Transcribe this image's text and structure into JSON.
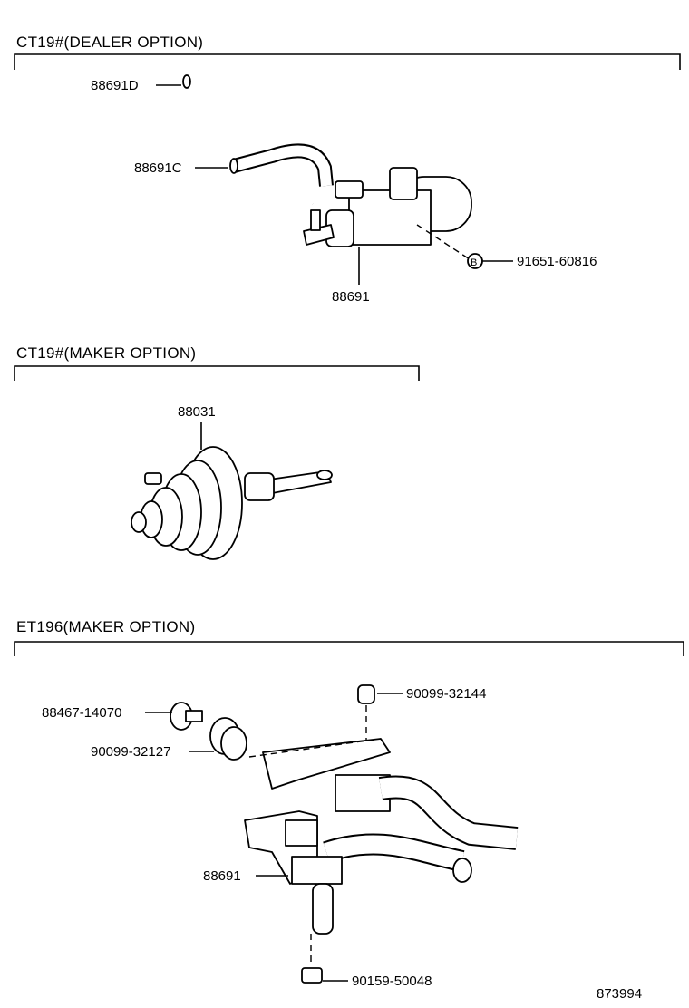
{
  "sections": [
    {
      "title": "CT19#(DEALER OPTION)"
    },
    {
      "title": "CT19#(MAKER OPTION)"
    },
    {
      "title": "ET196(MAKER OPTION)"
    }
  ],
  "labels": {
    "s1_hose_d": "88691D",
    "s1_hose_c": "88691C",
    "s1_valve": "88691",
    "s1_bolt_marker": "B",
    "s1_bolt": "91651-60816",
    "s2_actuator": "88031",
    "s3_bolt": "88467-14070",
    "s3_cushion": "90099-32127",
    "s3_screw": "90099-32144",
    "s3_valve": "88691",
    "s3_bottom_screw": "90159-50048"
  },
  "figure_number": "873994"
}
